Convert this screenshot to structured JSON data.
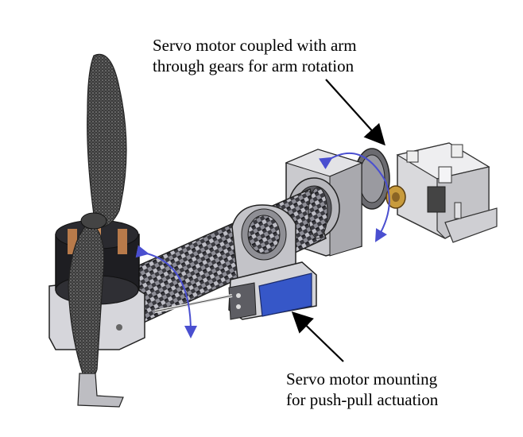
{
  "annotations": {
    "top": {
      "line1": "Servo motor coupled with arm",
      "line2": "through gears for arm rotation"
    },
    "bottom": {
      "line1": "Servo motor mounting",
      "line2": "for push-pull actuation"
    }
  },
  "colors": {
    "rotation_arrow": "#4a4fd0",
    "carbon_dark": "#2a2a2e",
    "carbon_light": "#c9c9cf",
    "metal": "#d6d6d9",
    "copper": "#b87a4a",
    "gear_brass": "#c89b3c",
    "blue_plate": "#3657c8"
  },
  "icons": {
    "arrow_top": "pointer-arrow-down-right",
    "arrow_bottom": "pointer-arrow-up-left",
    "rotation_arrows": "curved-double-arrow"
  }
}
